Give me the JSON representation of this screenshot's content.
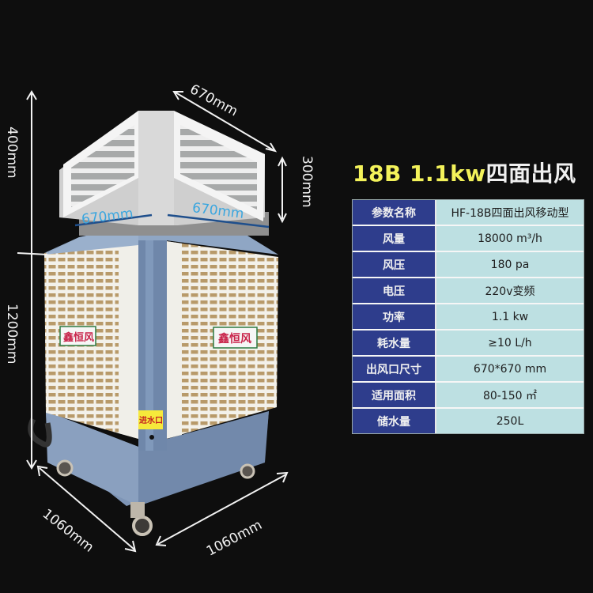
{
  "title": {
    "model": "18B 1.1kw",
    "suffix": "四面出风"
  },
  "dimensions": {
    "top_width": "670mm",
    "top_height": "300mm",
    "outlet_left": "670mm",
    "outlet_right": "670mm",
    "upper_height": "400mm",
    "lower_height": "1200mm",
    "base_left": "1060mm",
    "base_right": "1060mm"
  },
  "product": {
    "brand_label_left": "鑫恒风",
    "brand_label_right": "鑫恒风",
    "inlet_label": "进水口"
  },
  "spec_table": {
    "rows": [
      {
        "key": "参数名称",
        "value": "HF-18B四面出风移动型"
      },
      {
        "key": "风量",
        "value": "18000 m³/h"
      },
      {
        "key": "风压",
        "value": "180 pa"
      },
      {
        "key": "电压",
        "value": "220v变频"
      },
      {
        "key": "功率",
        "value": "1.1 kw"
      },
      {
        "key": "耗水量",
        "value": "≥10 L/h"
      },
      {
        "key": "出风口尺寸",
        "value": "670*670 mm"
      },
      {
        "key": "适用面积",
        "value": "80-150 ㎡"
      },
      {
        "key": "储水量",
        "value": "250L"
      }
    ]
  },
  "colors": {
    "background": "#0e0e0e",
    "title_yellow": "#f3f25a",
    "table_key_bg": "#2e3d8c",
    "table_value_bg": "#bde0e2",
    "body_blue": "#7f97b8",
    "dimension_blue": "#3aa6df"
  }
}
